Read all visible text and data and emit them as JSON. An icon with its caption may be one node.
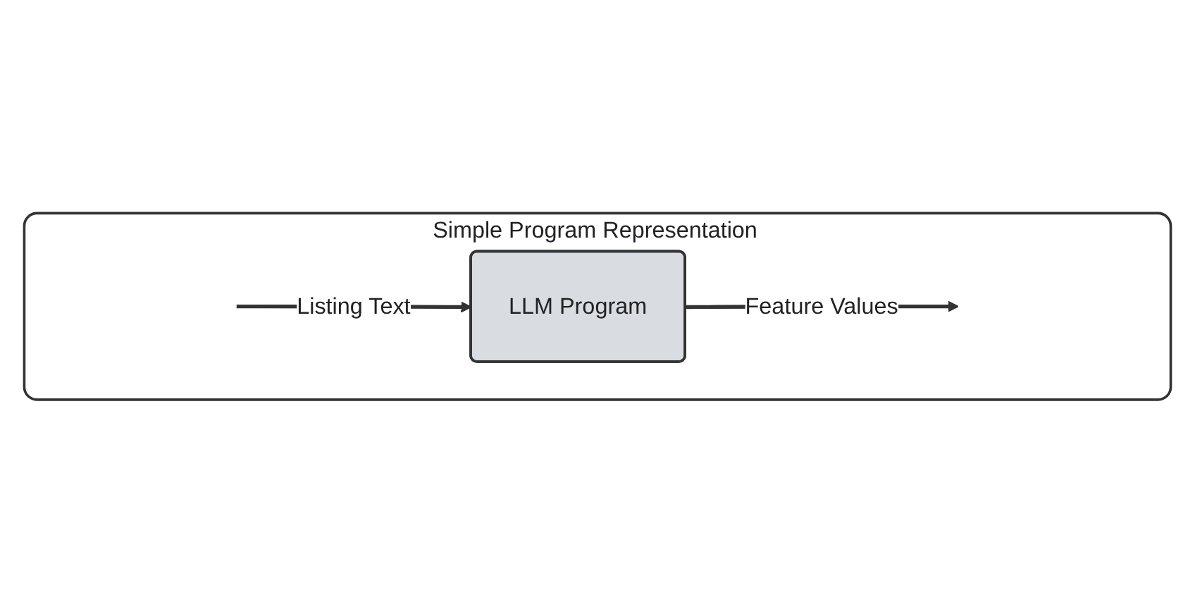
{
  "diagram": {
    "nodes": [
      {
        "text": [
          "Simple Program Representation"
        ]
      },
      {
        "text": [
          "LLM Program"
        ],
        "in": 0
      }
    ],
    "edges": [
      {
        "from": null,
        "to": 1,
        "arrow": "to",
        "label": "Listing Text"
      },
      {
        "from": 1,
        "to": null,
        "arrow": "to",
        "label": "Feature Values"
      }
    ]
  }
}
